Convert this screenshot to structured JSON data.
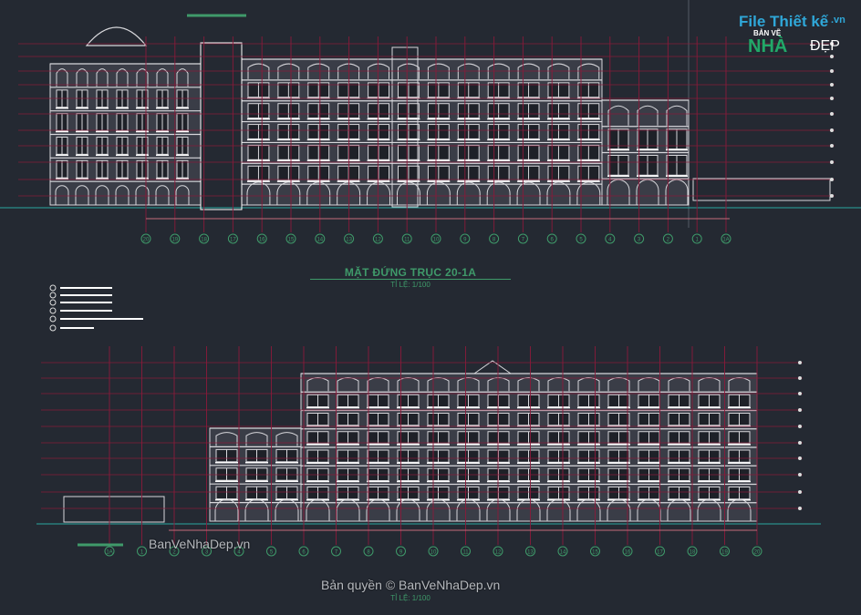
{
  "drawing_1": {
    "title": "MẶT ĐỨNG TRỤC 20-1A",
    "scale": "TỈ LỆ: 1/100",
    "axes": [
      "20",
      "19",
      "18",
      "17",
      "16",
      "15",
      "14",
      "13",
      "12",
      "11",
      "10",
      "9",
      "8",
      "7",
      "6",
      "5",
      "4",
      "3",
      "2",
      "1",
      "1A"
    ]
  },
  "drawing_2": {
    "title": "MẶT ĐỨNG TRỤC 1A-20",
    "scale": "TỈ LỆ: 1/100",
    "axes": [
      "1A",
      "1",
      "2",
      "3",
      "4",
      "5",
      "6",
      "7",
      "8",
      "9",
      "10",
      "11",
      "12",
      "13",
      "14",
      "15",
      "16",
      "17",
      "18",
      "19",
      "20"
    ]
  },
  "watermarks": {
    "site": "BanVeNhaDep.vn",
    "copyright": "Bản quyền © BanVeNhaDep.vn"
  },
  "logo": {
    "line1": "File Thiết kế",
    "line1_suffix": ".vn",
    "line2": "BẢN VẼ",
    "line3": "NHÀ",
    "line4": "ĐẸP"
  },
  "colors": {
    "background": "#242932",
    "grid": "#8a1a3a",
    "lines": "#d8d8dc",
    "text": "#3f9a6a"
  }
}
